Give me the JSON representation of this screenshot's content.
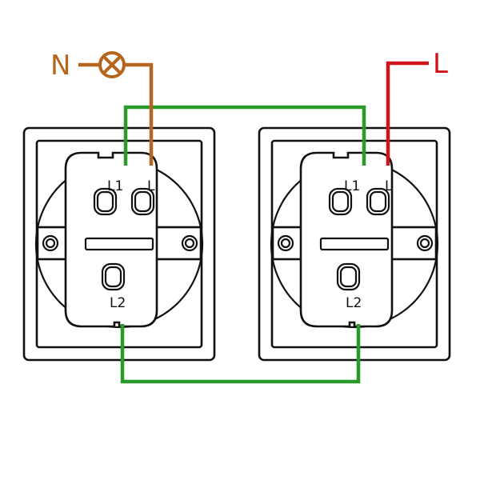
{
  "labels": {
    "neutral": "N",
    "live": "L",
    "left_switch": {
      "l1": "L1",
      "l": "L",
      "l2": "L2"
    },
    "right_switch": {
      "l1": "L1",
      "l": "L",
      "l2": "L2"
    }
  },
  "colors": {
    "neutral_wire": "#b5651d",
    "live_wire": "#d0141a",
    "traveler_wire": "#2a9a2a",
    "outline": "#111111"
  },
  "icons": {
    "lamp": "lamp-icon",
    "screw": "screw-icon"
  }
}
